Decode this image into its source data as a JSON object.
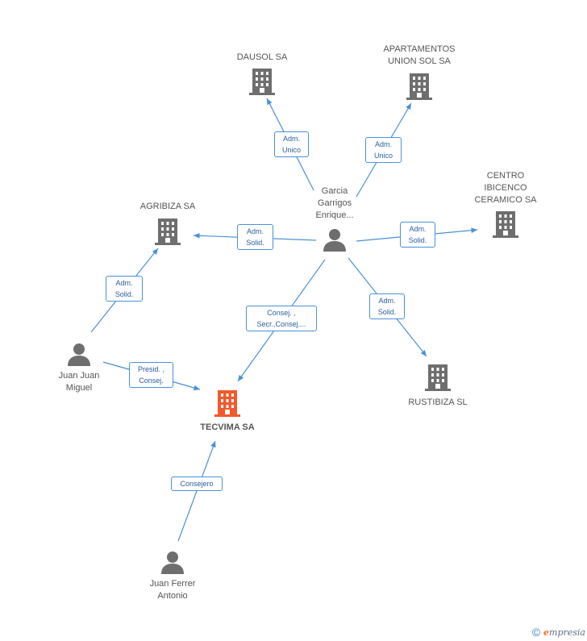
{
  "nodes": {
    "dausol": {
      "label": "DAUSOL SA"
    },
    "apartamentos": {
      "label": "APARTAMENTOS\nUNION SOL SA"
    },
    "centro": {
      "label": "CENTRO\nIBICENCO\nCERAMICO SA"
    },
    "agribiza": {
      "label": "AGRIBIZA SA"
    },
    "rustibiza": {
      "label": "RUSTIBIZA SL"
    },
    "tecvima": {
      "label": "TECVIMA SA"
    },
    "garcia": {
      "label": "Garcia\nGarrigos\nEnrique..."
    },
    "juan_juan": {
      "label": "Juan Juan\nMiguel"
    },
    "juan_ferrer": {
      "label": "Juan Ferrer\nAntonio"
    }
  },
  "edges": {
    "garcia_dausol": "Adm.\nUnico",
    "garcia_apartamentos": "Adm.\nUnico",
    "garcia_agribiza": "Adm.\nSolid.",
    "garcia_centro": "Adm.\nSolid.",
    "garcia_rustibiza": "Adm.\nSolid.",
    "garcia_tecvima": "Consej. ,\nSecr.,Consej....",
    "juanjuan_agribiza": "Adm.\nSolid.",
    "juanjuan_tecvima": "Presid. ,\nConsej.",
    "juanferrer_tecvima": "Consejero"
  },
  "colors": {
    "edge": "#4a90d9",
    "company": "#6e6e6e",
    "focus_company": "#f15a2b",
    "person": "#6e6e6e"
  },
  "brand": {
    "copyright": "©",
    "name_initial": "e",
    "name_rest": "mpresia"
  }
}
